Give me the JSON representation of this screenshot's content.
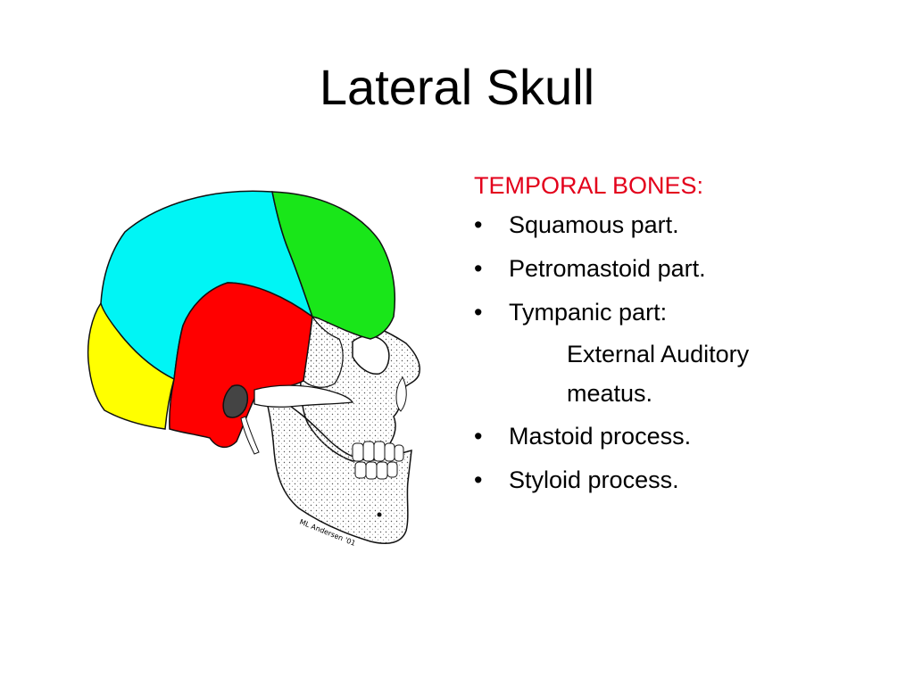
{
  "slide": {
    "title": "Lateral Skull"
  },
  "notes": {
    "heading": "TEMPORAL BONES:",
    "bullet_glyph": "•",
    "items": [
      "Squamous part.",
      "Petromastoid part.",
      "Tympanic part:"
    ],
    "sub_item": "External Auditory meatus.",
    "items_after": [
      "Mastoid process.",
      "Styloid process."
    ]
  },
  "illustration": {
    "signature": "ML Andersen '01",
    "colors": {
      "parietal": "#00f5f5",
      "frontal": "#19e619",
      "occipital": "#ffff00",
      "temporal": "#ff0000"
    }
  }
}
